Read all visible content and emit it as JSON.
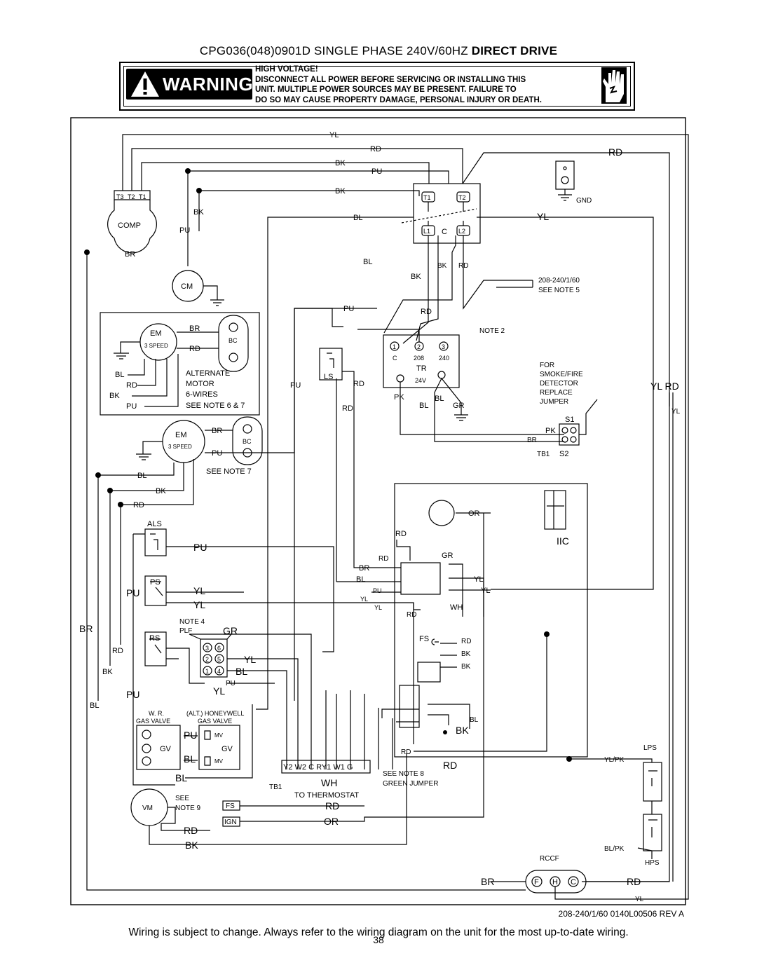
{
  "title": {
    "main": "CPG036(048)0901D SINGLE PHASE 240V/60HZ ",
    "bold": "DIRECT DRIVE"
  },
  "warning": {
    "badge": "WARNING",
    "lines": [
      "HIGH VOLTAGE!",
      "DISCONNECT ALL POWER BEFORE SERVICING OR INSTALLING THIS",
      "UNIT.  MULTIPLE POWER SOURCES MAY BE PRESENT.  FAILURE TO",
      "DO SO MAY CAUSE PROPERTY DAMAGE, PERSONAL INJURY OR DEATH."
    ]
  },
  "labels": {
    "comp": "COMP",
    "t3": "T3",
    "t2": "T2",
    "t1": "T1",
    "cm": "CM",
    "em": "EM",
    "three_speed": "3 SPEED",
    "bc": "BC",
    "alt_motor": [
      "ALTERNATE",
      "MOTOR",
      "6-WIRES",
      "SEE NOTE 6 & 7"
    ],
    "see_note_7": "SEE NOTE 7",
    "contactor": {
      "t1": "T1",
      "t2": "T2",
      "l1": "L1",
      "c": "C",
      "l2": "L2"
    },
    "gnd": "GND",
    "supply": [
      "208-240/1/60",
      "SEE NOTE 5"
    ],
    "note2": "NOTE 2",
    "tr": {
      "t1": "1",
      "t2": "2",
      "t3": "3",
      "c": "C",
      "v208": "208",
      "v240": "240",
      "tr": "TR",
      "v24": "24V"
    },
    "ls": "LS",
    "smoke": [
      "FOR",
      "SMOKE/FIRE",
      "DETECTOR",
      "REPLACE",
      "JUMPER"
    ],
    "s1": "S1",
    "s2": "S2",
    "tb1": "TB1",
    "iic": "IIC",
    "als": "ALS",
    "ps": "PS",
    "rs": "RS",
    "note4": [
      "NOTE 4",
      "PLF"
    ],
    "plf_pins": [
      "3",
      "6",
      "2",
      "5",
      "1",
      "4"
    ],
    "gas": {
      "wr": "W. R.",
      "alt_honeywell": "(ALT.) HONEYWELL",
      "gv_left": "GAS VALVE",
      "gv_right": "GAS VALVE",
      "gv": "GV",
      "mv": "MV"
    },
    "tb1_strip": "Y2 W2  C   RY1 W1 G",
    "tb1_label": "TB1",
    "to_thermostat": "TO THERMOSTAT",
    "note8": [
      "SEE NOTE 8",
      "GREEN JUMPER"
    ],
    "vm": "VM",
    "note9": [
      "SEE",
      "NOTE 9"
    ],
    "fs": "FS",
    "ign": "IGN",
    "lps": "LPS",
    "hps": "HPS",
    "rccf": "RCCF",
    "rccf_pins": [
      "F",
      "H",
      "C"
    ]
  },
  "wire_colors": {
    "yl": "YL",
    "rd": "RD",
    "bk": "BK",
    "pu": "PU",
    "bl": "BL",
    "br": "BR",
    "gr": "GR",
    "pk": "PK",
    "or": "OR",
    "wh": "WH",
    "yl_rd": "YL  RD",
    "yl_pk": "YL/PK",
    "bl_pk": "BL/PK"
  },
  "revision": "208-240/1/60    0140L00506    REV A",
  "footer": "Wiring is subject to change. Always refer to the wiring diagram on the unit for the most up-to-date wiring.",
  "page_number": "38"
}
